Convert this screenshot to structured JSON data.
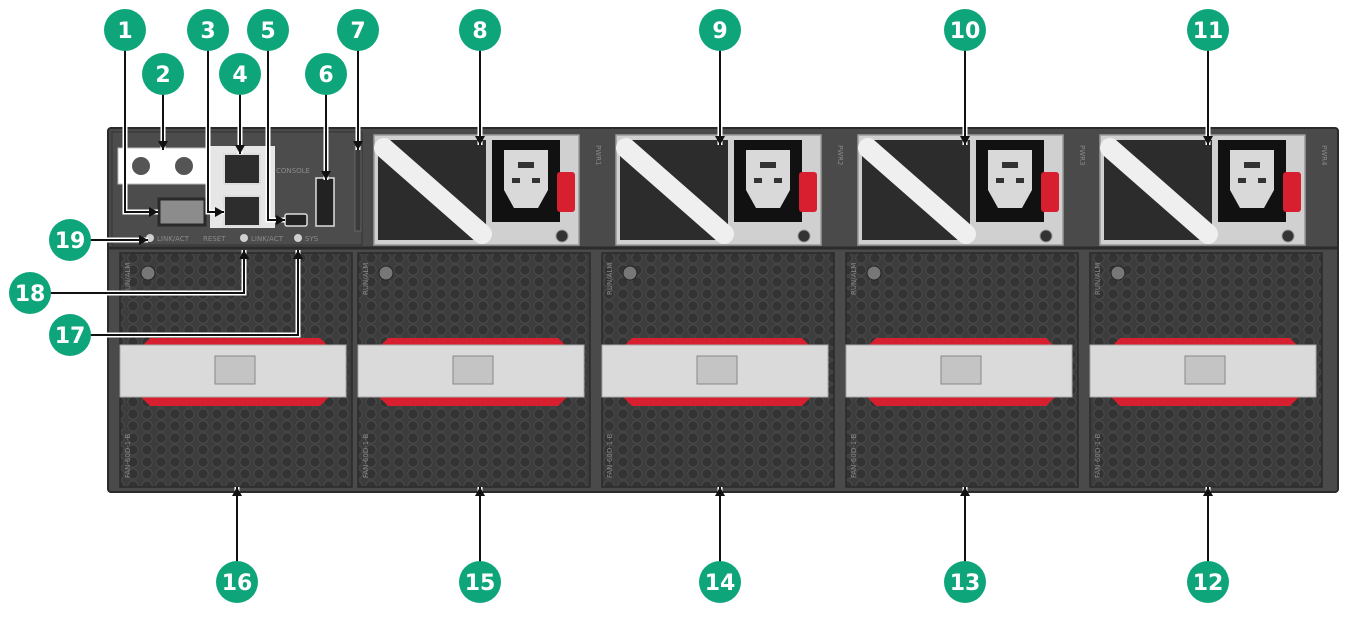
{
  "diagram": {
    "callouts": [
      {
        "label": "1"
      },
      {
        "label": "2"
      },
      {
        "label": "3"
      },
      {
        "label": "4"
      },
      {
        "label": "5"
      },
      {
        "label": "6"
      },
      {
        "label": "7"
      },
      {
        "label": "8"
      },
      {
        "label": "9"
      },
      {
        "label": "10"
      },
      {
        "label": "11"
      },
      {
        "label": "12"
      },
      {
        "label": "13"
      },
      {
        "label": "14"
      },
      {
        "label": "15"
      },
      {
        "label": "16"
      },
      {
        "label": "17"
      },
      {
        "label": "18"
      },
      {
        "label": "19"
      }
    ],
    "chassis_labels": {
      "link_act_1": "LINK/ACT",
      "reset": "RESET",
      "console": "CONSOLE",
      "link_act_2": "LINK/ACT",
      "sys": "SYS",
      "fan_model": "FAN-60D-1-B",
      "fan_run": "RUN/ALM",
      "psu_labels": [
        "PWR1",
        "PWR2",
        "PWR3",
        "PWR4"
      ]
    },
    "colors": {
      "callout": "#0fa57b",
      "chassis": "#4a4a4a",
      "fan_panel": "#3e3e3e",
      "psu_body": "#d0d0d0",
      "handle_red": "#d71f2f",
      "outlet": "#111111"
    }
  }
}
